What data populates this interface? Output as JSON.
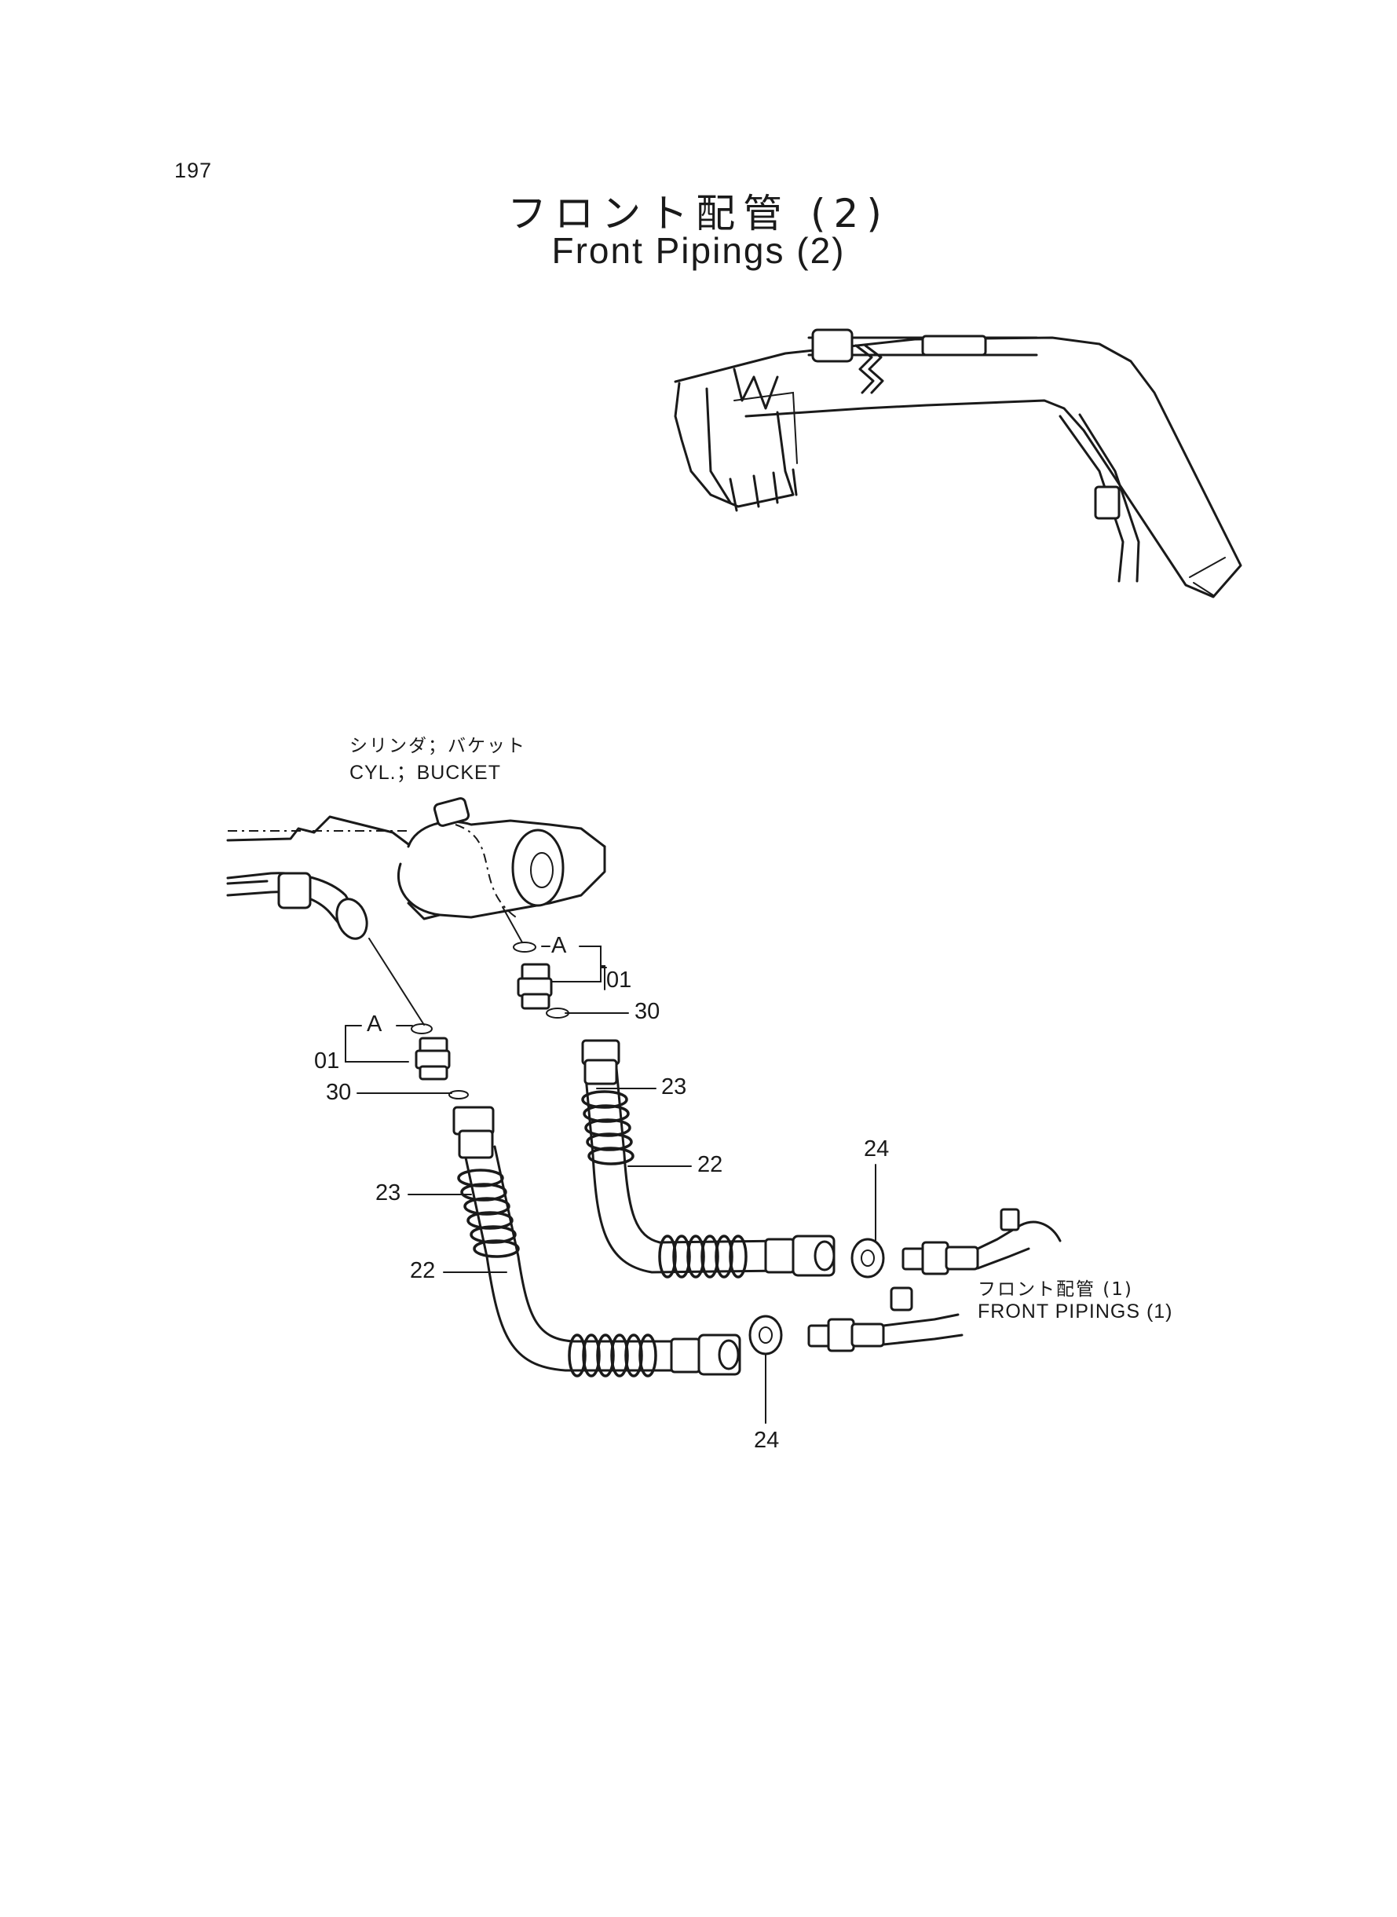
{
  "page_number": "197",
  "title_jp": "フロント配管 (2)",
  "title_en": "Front Pipings (2)",
  "labels": {
    "cylinder_jp": "シリンダ；バケット",
    "cylinder_en": "CYL.；BUCKET",
    "front_pipings_jp": "フロント配管 (1)",
    "front_pipings_en": "FRONT PIPINGS (1)"
  },
  "callouts": {
    "a_upper": "A",
    "a_lower": "A",
    "p01_upper": "01",
    "p01_lower": "01",
    "p30_upper": "30",
    "p30_lower": "30",
    "p23_right": "23",
    "p23_left": "23",
    "p22_right": "22",
    "p22_left": "22",
    "p24_upper": "24",
    "p24_lower": "24"
  }
}
